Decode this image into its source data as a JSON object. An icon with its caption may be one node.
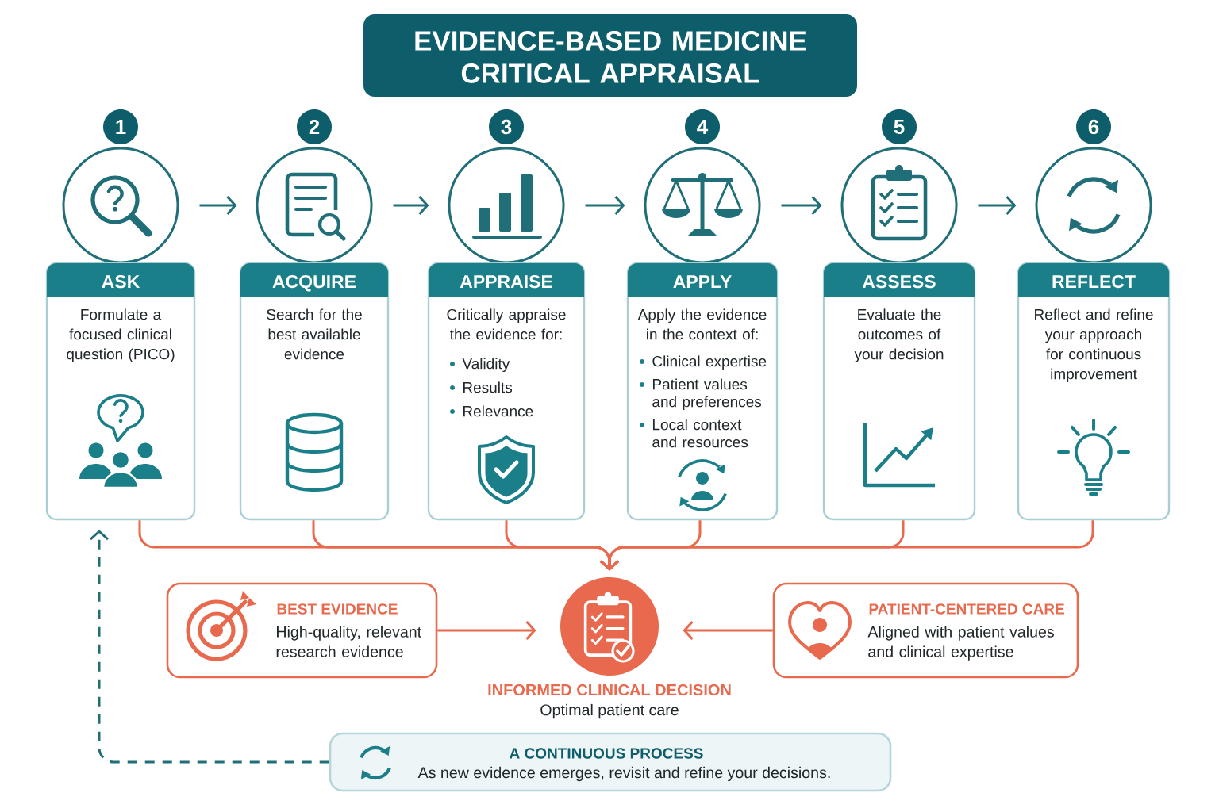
{
  "diagram": {
    "title": "EVIDENCE-BASED MEDICINE CRITICAL APPRAISAL",
    "nodes": [
      {
        "text": [
          "1"
        ]
      },
      {
        "text": [],
        "shape": "circle"
      },
      {
        "text": [
          "ASK",
          "Formulate a focused clinical question (PICO)"
        ]
      },
      {
        "text": [
          "2"
        ]
      },
      {
        "text": [],
        "shape": "circle"
      },
      {
        "text": [
          "ACQUIRE",
          "Search for the best available evidence"
        ]
      },
      {
        "text": [
          "3"
        ]
      },
      {
        "text": [],
        "shape": "circle"
      },
      {
        "text": [
          "APPRAISE",
          "Critically appraise the evidence for:",
          "Validity",
          "Results",
          "Relevance"
        ]
      },
      {
        "text": [
          "4"
        ]
      },
      {
        "text": [],
        "shape": "circle"
      },
      {
        "text": [
          "APPLY",
          "Apply the evidence in the context of:",
          "Clinical expertise",
          "Patient values and preferences",
          "Local context and resources"
        ]
      },
      {
        "text": [
          "5"
        ]
      },
      {
        "text": [],
        "shape": "circle"
      },
      {
        "text": [
          "ASSESS",
          "Evaluate the outcomes of your decision"
        ]
      },
      {
        "text": [
          "6"
        ]
      },
      {
        "text": [],
        "shape": "circle"
      },
      {
        "text": [
          "REFLECT",
          "Reflect and refine your approach for continuous improvement"
        ]
      },
      {
        "text": [
          "BEST EVIDENCE",
          "High-quality, relevant research evidence"
        ]
      },
      {
        "text": [
          "INFORMED CLINICAL DECISION",
          "Optimal patient care"
        ]
      },
      {
        "text": [
          "PATIENT-CENTERED CARE",
          "Aligned with patient values and clinical expertise"
        ]
      },
      {
        "text": [
          "A CONTINUOUS PROCESS",
          "As new evidence emerges, revisit and refine your decisions."
        ]
      }
    ],
    "edges": [
      {
        "from": 1,
        "to": 4,
        "arrow": "to",
        "color": "#1f6e78"
      },
      {
        "from": 4,
        "to": 7,
        "arrow": "to",
        "color": "#1f6e78"
      },
      {
        "from": 7,
        "to": 10,
        "arrow": "to",
        "color": "#1f6e78"
      },
      {
        "from": 10,
        "to": 13,
        "arrow": "to",
        "color": "#1f6e78"
      },
      {
        "from": 13,
        "to": 16,
        "arrow": "to",
        "color": "#1f6e78"
      },
      {
        "from": 2,
        "to": 19,
        "arrow": "to"
      },
      {
        "from": 5,
        "to": 19,
        "arrow": "to"
      },
      {
        "from": 8,
        "to": 19,
        "arrow": "to"
      },
      {
        "from": 11,
        "to": 19,
        "arrow": "to"
      },
      {
        "from": 14,
        "to": 19,
        "arrow": "to"
      },
      {
        "from": 17,
        "to": 19,
        "arrow": "to"
      },
      {
        "from": 18,
        "to": 19,
        "arrow": "to"
      },
      {
        "from": 20,
        "to": 19,
        "arrow": "to"
      },
      {
        "from": 21,
        "to": 2,
        "arrow": "to",
        "style": "dashed",
        "color": "#1f6e78"
      }
    ]
  }
}
